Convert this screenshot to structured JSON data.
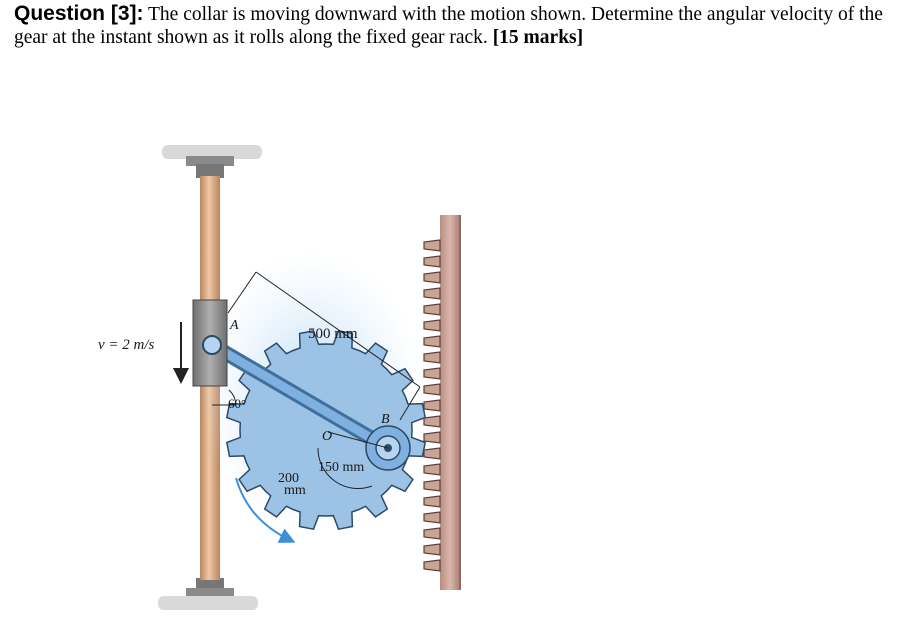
{
  "question": {
    "label": "Question [3]:",
    "text": " The collar is moving downward with the motion shown. Determine the angular velocity of the gear at the instant shown as it rolls along the fixed gear rack. ",
    "marks": "[15 marks]"
  },
  "figure": {
    "velocity_label": "v = 2 m/s",
    "point_a": "A",
    "point_b": "B",
    "point_o": "O",
    "angle_label": "60°",
    "length_ab": "500 mm",
    "radius_small": "150 mm",
    "radius_large_value": "200",
    "radius_large_unit": "mm"
  },
  "colors": {
    "rod": "#d9a57e",
    "collar": "#8c8c8c",
    "gear": "#9cc3e6",
    "gear_edge": "#4f7fae",
    "rack": "#c9a398",
    "bracket": "#a7a7a7",
    "arrow_blue": "#3d8fd8"
  }
}
